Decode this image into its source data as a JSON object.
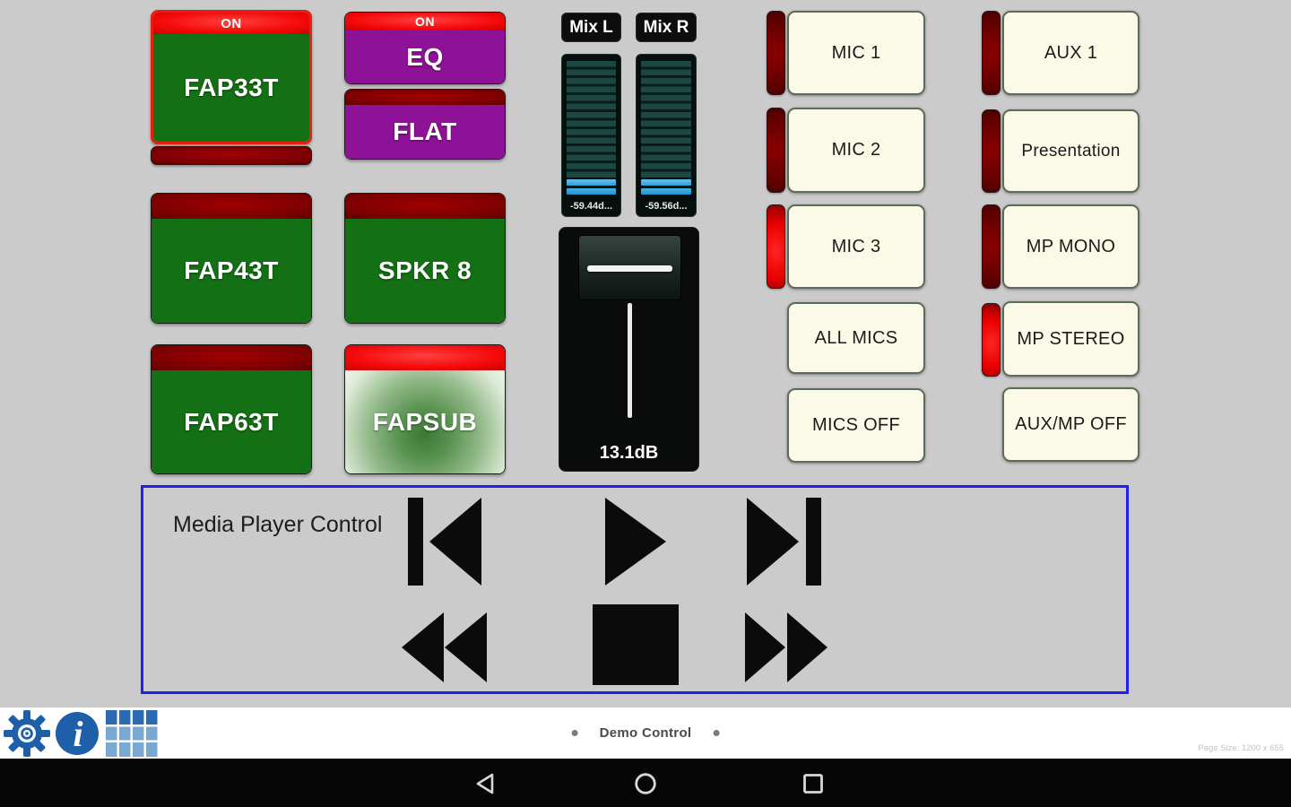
{
  "colors": {
    "background": "#cbcbcb",
    "speaker_green": "#147014",
    "eq_purple": "#8d1297",
    "lit_red": "#f50a0a",
    "dark_red": "#7c0000",
    "preset_cream": "#fbfae7",
    "media_border_blue": "#2120ee",
    "meter_blue": "#35a9e1",
    "footer_icon_blue": "#1d5fa8",
    "selection_border": "#e62010"
  },
  "speakers": {
    "fap33t": {
      "label": "FAP33T",
      "banner": "ON",
      "state": "on-selected"
    },
    "fap43t": {
      "label": "FAP43T",
      "state": "off"
    },
    "fap63t": {
      "label": "FAP63T",
      "state": "off"
    },
    "eq": {
      "label": "EQ",
      "banner": "ON",
      "state": "on"
    },
    "flat": {
      "label": "FLAT",
      "state": "off"
    },
    "spkr8": {
      "label": "SPKR 8",
      "state": "off"
    },
    "fapsub": {
      "label": "FAPSUB",
      "state": "on-active"
    }
  },
  "mixer": {
    "meter_l": {
      "label": "Mix L",
      "value": "-59.44d..."
    },
    "meter_r": {
      "label": "Mix R",
      "value": "-59.56d..."
    },
    "fader": {
      "value": "13.1dB"
    }
  },
  "mics": [
    {
      "label": "MIC 1",
      "indicator": "dark-red"
    },
    {
      "label": "MIC 2",
      "indicator": "dark-red"
    },
    {
      "label": "MIC 3",
      "indicator": "bright-red"
    },
    {
      "label": "ALL MICS",
      "indicator": "none"
    },
    {
      "label": "MICS OFF",
      "indicator": "none"
    }
  ],
  "aux": [
    {
      "label": "AUX 1",
      "indicator": "dark-red"
    },
    {
      "label": "Presentation",
      "indicator": "dark-red"
    },
    {
      "label": "MP MONO",
      "indicator": "dark-red"
    },
    {
      "label": "MP STEREO",
      "indicator": "bright-red"
    },
    {
      "label": "AUX/MP OFF",
      "indicator": "none"
    }
  ],
  "media_player": {
    "title": "Media Player Control",
    "buttons": [
      "previous",
      "play",
      "next",
      "rewind",
      "stop",
      "fast-forward"
    ]
  },
  "footer": {
    "icons": [
      "settings-gear",
      "info",
      "page-grid"
    ],
    "title": "Demo Control",
    "page_size": "Page Size: 1200 x 655"
  },
  "android_nav": {
    "icons": [
      "back",
      "home",
      "recents"
    ]
  }
}
